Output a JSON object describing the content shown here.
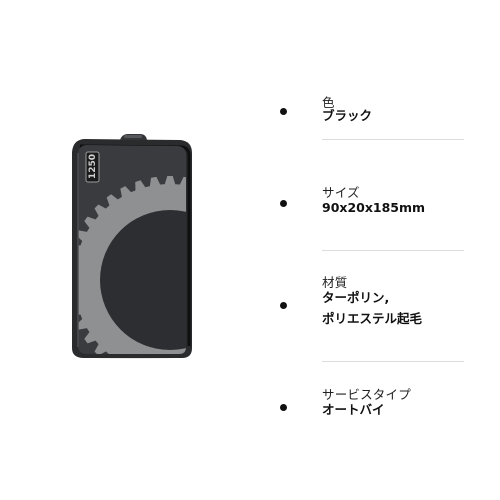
{
  "product": {
    "logo_text": "1250",
    "colors": {
      "body": "#2a2b2d",
      "panel": "#393b3e",
      "gear": "#8e9092",
      "zipper": "#1c1c1e",
      "trim": "#4a4c50"
    }
  },
  "specs": [
    {
      "label": "色",
      "value_lines": [
        "ブラック"
      ]
    },
    {
      "label": "サイズ",
      "value_lines": [
        "90x20x185mm"
      ]
    },
    {
      "label": "材質",
      "value_lines": [
        "ターポリン,",
        "ポリエステル起毛"
      ]
    },
    {
      "label": "サービスタイプ",
      "value_lines": [
        "オートバイ"
      ]
    }
  ]
}
